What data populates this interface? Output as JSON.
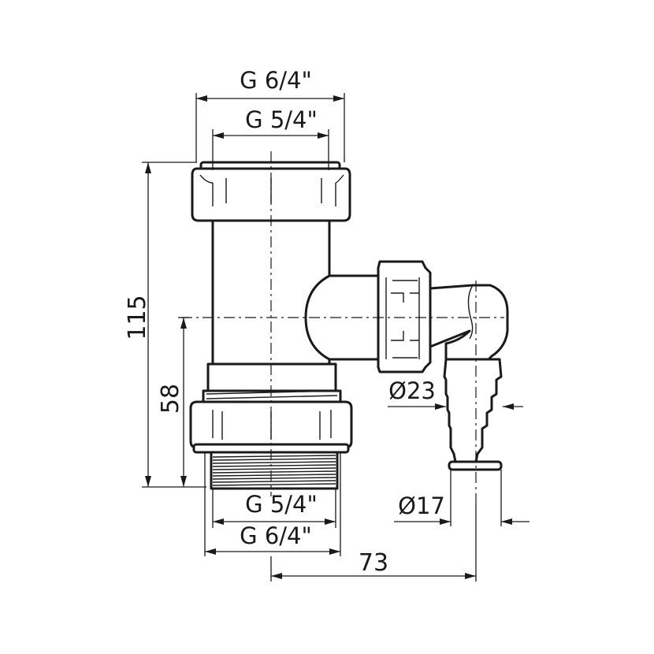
{
  "dimensions": {
    "top_outer_thread": "G 6/4\"",
    "top_inner_thread": "G 5/4\"",
    "bottom_inner_thread": "G 5/4\"",
    "bottom_outer_thread": "G 6/4\"",
    "total_height": "115",
    "branch_height": "58",
    "branch_offset": "73",
    "hose_diameter_large": "Ø23",
    "hose_diameter_small": "Ø17"
  }
}
